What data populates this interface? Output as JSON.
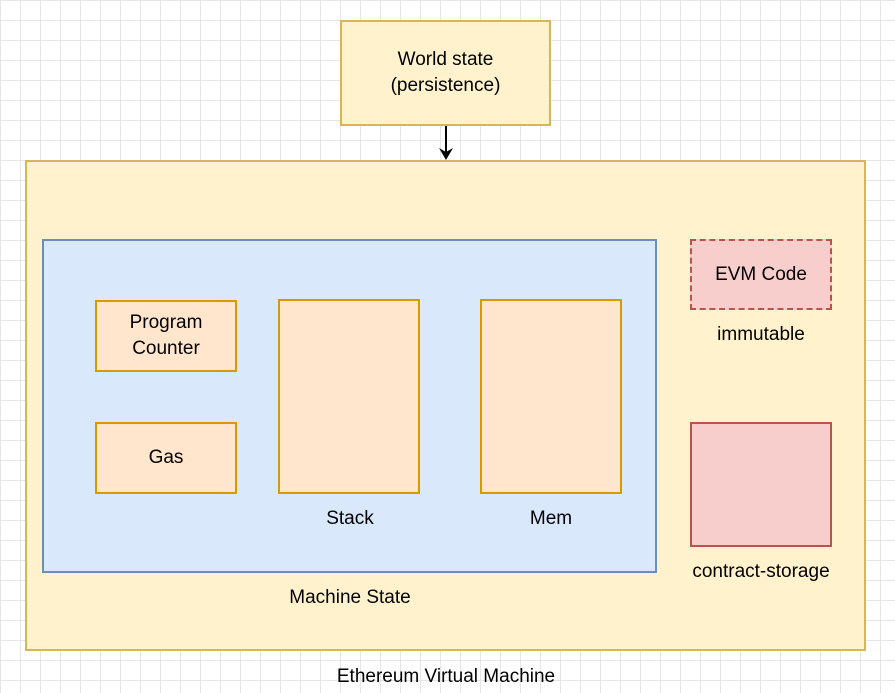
{
  "world_state": {
    "line1": "World state",
    "line2": "(persistence)"
  },
  "evm": {
    "caption": "Ethereum Virtual Machine"
  },
  "machine_state": {
    "caption": "Machine State",
    "program_counter": {
      "line1": "Program",
      "line2": "Counter"
    },
    "gas": "Gas",
    "stack": "Stack",
    "mem": "Mem"
  },
  "evm_code": {
    "label": "EVM Code",
    "caption": "immutable"
  },
  "contract_storage": {
    "caption": "contract-storage"
  },
  "colors": {
    "yellow_fill": "#fff2cc",
    "yellow_stroke": "#d6b656",
    "blue_fill": "#dae8fc",
    "blue_stroke": "#6c8ebf",
    "orange_fill": "#ffe6cc",
    "orange_stroke": "#d79b00",
    "red_fill": "#f8cecc",
    "red_stroke": "#b85450"
  }
}
